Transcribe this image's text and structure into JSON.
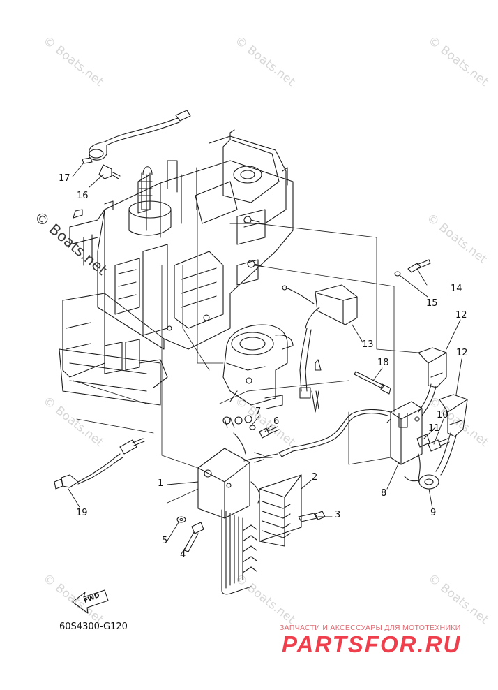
{
  "diagram": {
    "watermark": "© Boats.net",
    "part_code": "60S4300-G120",
    "direction_label": "FWD",
    "brand_tagline": "ЗАПЧАСТИ И АКСЕССУАРЫ ДЛЯ МОТОТЕХНИКИ",
    "brand_name": "PARTSFOR.RU",
    "callouts": [
      {
        "id": "17",
        "label": "17"
      },
      {
        "id": "16",
        "label": "16"
      },
      {
        "id": "14",
        "label": "14"
      },
      {
        "id": "15",
        "label": "15"
      },
      {
        "id": "12a",
        "label": "12"
      },
      {
        "id": "12b",
        "label": "12"
      },
      {
        "id": "13",
        "label": "13"
      },
      {
        "id": "18",
        "label": "18"
      },
      {
        "id": "7",
        "label": "7"
      },
      {
        "id": "6",
        "label": "6"
      },
      {
        "id": "10",
        "label": "10"
      },
      {
        "id": "11",
        "label": "11"
      },
      {
        "id": "1",
        "label": "1"
      },
      {
        "id": "2",
        "label": "2"
      },
      {
        "id": "3",
        "label": "3"
      },
      {
        "id": "8",
        "label": "8"
      },
      {
        "id": "9",
        "label": "9"
      },
      {
        "id": "19",
        "label": "19"
      },
      {
        "id": "5",
        "label": "5"
      },
      {
        "id": "4",
        "label": "4"
      }
    ]
  }
}
